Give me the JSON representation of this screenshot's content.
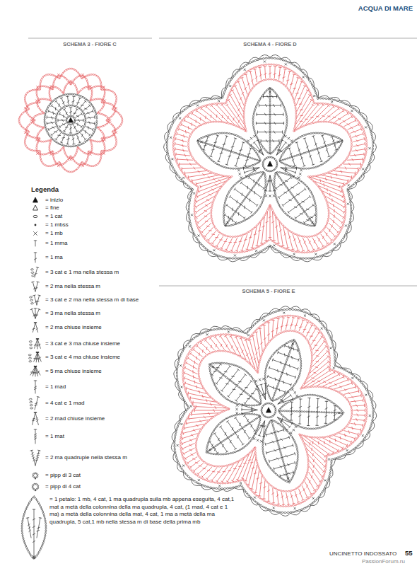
{
  "diagram": {
    "title": "ACQUA DI MARE",
    "labels": [
      "SCHEMA 3 - FIORE C",
      "SCHEMA 4 - FIORE D",
      "SCHEMA 5 - FIORE E",
      "Legenda",
      "UNCINETTO INDOSSATO",
      "55",
      "PassionForum.ru"
    ],
    "legend": [
      {
        "text": "= inizio"
      },
      {
        "text": "= fine"
      },
      {
        "text": "= 1 cat"
      },
      {
        "text": "= 1 mbss"
      },
      {
        "text": "= 1 mb"
      },
      {
        "text": "= 1 mma"
      },
      {
        "text": "= 1 ma"
      },
      {
        "text": "= 3 cat e 1 ma nella stessa m"
      },
      {
        "text": "= 2 ma nella stessa m"
      },
      {
        "text": "= 3 cat e 2 ma nella stessa m di base"
      },
      {
        "text": "= 3 ma nella stessa m"
      },
      {
        "text": "= 2 ma chiuse insieme"
      },
      {
        "text": "= 3 cat e 3 ma chiuse insieme"
      },
      {
        "text": "= 3 cat e 4 ma chiuse insieme"
      },
      {
        "text": "= 5 ma chiuse insieme"
      },
      {
        "text": "= 1 mad"
      },
      {
        "text": "= 4 cat e 1 mad"
      },
      {
        "text": "= 2 mad chiuse insieme"
      },
      {
        "text": "= 1 mat"
      },
      {
        "text": "= 2 ma quadruple nella stessa m"
      },
      {
        "text": "= pipp di 3 cat"
      },
      {
        "text": "= pipp di 4 cat"
      },
      {
        "text": "= 1 petalo: 1 mb, 4 cat, 1 ma quadrupla sulla mb appena eseguita, 4 cat,1 mat a metà della colonnina della ma quadrupla, 4 cat, (1 mad, 4 cat e 1 ma) a metà della colonnina della mat, 4 cat, 1 ma a metà della ma quadrupla, 5 cat,1 mb nella stessa m di base della prima mb"
      }
    ]
  }
}
